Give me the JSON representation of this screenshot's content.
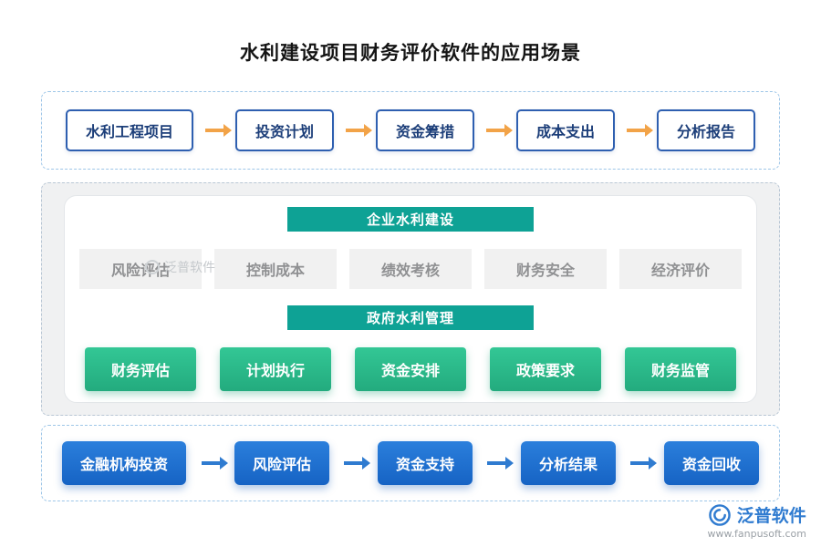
{
  "page": {
    "title": "水利建设项目财务评价软件的应用场景"
  },
  "top_flow": {
    "steps": [
      "水利工程项目",
      "投资计划",
      "资金筹措",
      "成本支出",
      "分析报告"
    ]
  },
  "middle": {
    "enterprise": {
      "header": "企业水利建设",
      "items": [
        "风险评估",
        "控制成本",
        "绩效考核",
        "财务安全",
        "经济评价"
      ]
    },
    "government": {
      "header": "政府水利管理",
      "items": [
        "财务评估",
        "计划执行",
        "资金安排",
        "政策要求",
        "财务监管"
      ]
    }
  },
  "bottom_flow": {
    "steps": [
      "金融机构投资",
      "风险评估",
      "资金支持",
      "分析结果",
      "资金回收"
    ]
  },
  "watermark": {
    "text": "泛普软件"
  },
  "brand": {
    "name": "泛普软件",
    "site": "www.fanpusoft.com"
  },
  "colors": {
    "teal_header": "#0ea295",
    "green_box": "#2bbd8d",
    "blue_box": "#1b6fd2",
    "top_box_border": "#2e5fb0",
    "top_box_text": "#1c3e79",
    "arrow_top": "#f2a348",
    "arrow_bottom": "#2f7bd0",
    "gray_box_bg": "#f1f1f1",
    "gray_box_text": "#8f9092"
  }
}
